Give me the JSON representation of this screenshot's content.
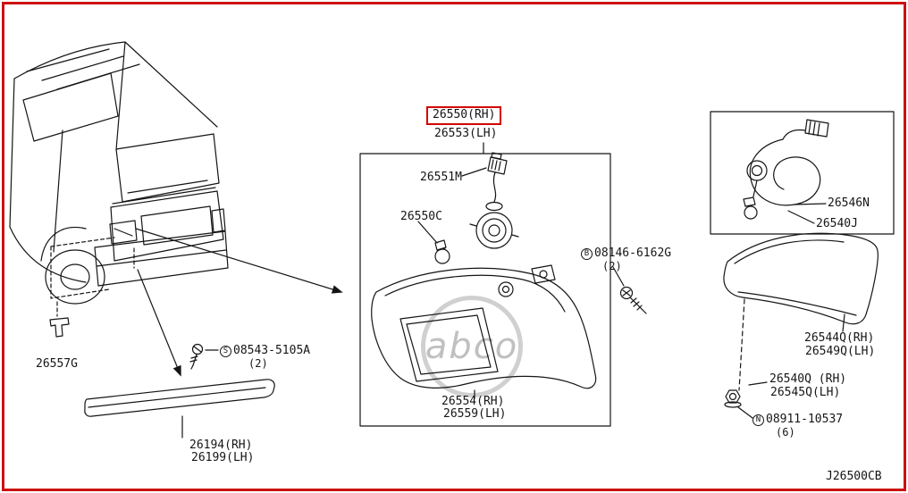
{
  "frame": {
    "border_color": "#cc1111",
    "highlight_color": "#d40000"
  },
  "watermark": {
    "text": "abco"
  },
  "diagram_code": "J26500CB",
  "labels": {
    "l26550": "26550(RH)",
    "l26553": "26553(LH)",
    "l26551M": "26551M",
    "l26550C": "26550C",
    "l26554": "26554(RH)",
    "l26559": "26559(LH)",
    "b_prefix": "B",
    "b_number": "08146-6162G",
    "b_qty": "(2)",
    "l26546N": "26546N",
    "l26540J": "26540J",
    "l26544Q": "26544Q(RH)",
    "l26549Q": "26549Q(LH)",
    "l26540Q": "26540Q (RH)",
    "l26545Q": "26545Q(LH)",
    "n_prefix": "N",
    "n_number": "08911-10537",
    "n_qty": "(6)",
    "s_prefix": "S",
    "s_number": "08543-5105A",
    "s_qty": "(2)",
    "l26557G": "26557G",
    "l26194": "26194(RH)",
    "l26199": "26199(LH)"
  }
}
